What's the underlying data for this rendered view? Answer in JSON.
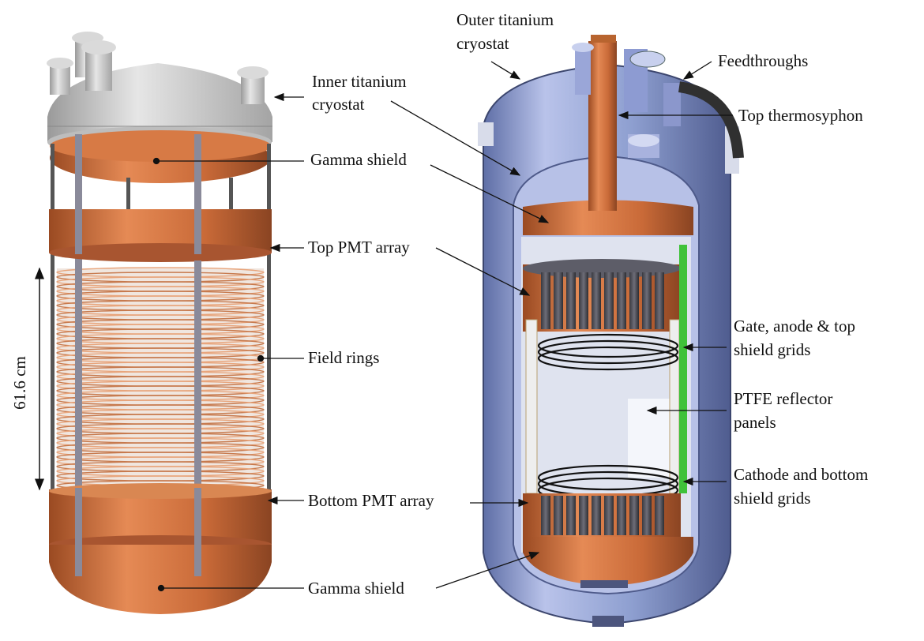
{
  "labels": {
    "inner_cryostat_l1": "Inner titanium",
    "inner_cryostat_l2": "cryostat",
    "gamma_shield_top": "Gamma shield",
    "top_pmt_array": "Top PMT array",
    "field_rings": "Field rings",
    "bottom_pmt_array": "Bottom PMT array",
    "gamma_shield_bottom": "Gamma shield",
    "dimension": "61.6 cm",
    "outer_cryostat_l1": "Outer titanium",
    "outer_cryostat_l2": "cryostat",
    "feedthroughs": "Feedthroughs",
    "top_thermosyphon": "Top thermosyphon",
    "grids_top_l1": "Gate, anode & top",
    "grids_top_l2": "shield grids",
    "ptfe_l1": "PTFE reflector",
    "ptfe_l2": "panels",
    "grids_bottom_l1": "Cathode and bottom",
    "grids_bottom_l2": "shield grids"
  },
  "colors": {
    "copper": "#c96a38",
    "copper_dark": "#8a4422",
    "titanium_blue": "#8e9fd0",
    "titanium_light": "#c8d0ee",
    "grey_lid": "#cfcfcf",
    "green_strip": "#3fc23a"
  }
}
